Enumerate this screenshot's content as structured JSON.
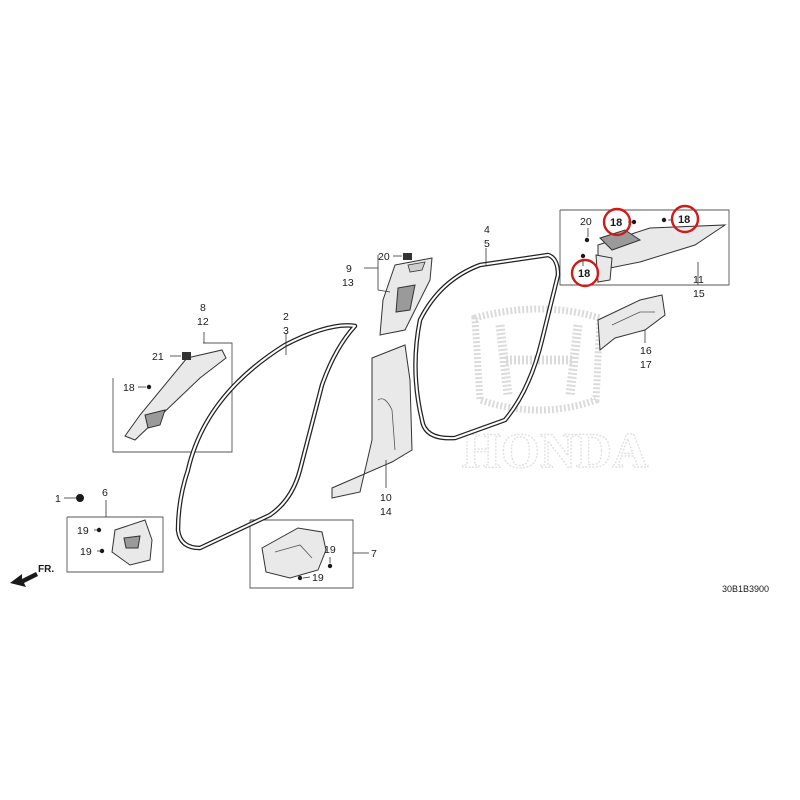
{
  "diagram": {
    "code": "30B1B3900",
    "front_marker": "FR.",
    "watermark_text": "HONDA",
    "highlight_color": "#d11a1a",
    "labels": {
      "l1": "1",
      "l2": "2",
      "l3": "3",
      "l4": "4",
      "l5": "5",
      "l6": "6",
      "l7": "7",
      "l8": "8",
      "l9": "9",
      "l10": "10",
      "l11": "11",
      "l12": "12",
      "l13": "13",
      "l14": "14",
      "l15": "15",
      "l16": "16",
      "l17": "17",
      "l18a": "18",
      "l18b": "18",
      "l18c": "18",
      "l18d": "18",
      "l19a": "19",
      "l19b": "19",
      "l19c": "19",
      "l19d": "19",
      "l20a": "20",
      "l20b": "20",
      "l21": "21"
    }
  }
}
